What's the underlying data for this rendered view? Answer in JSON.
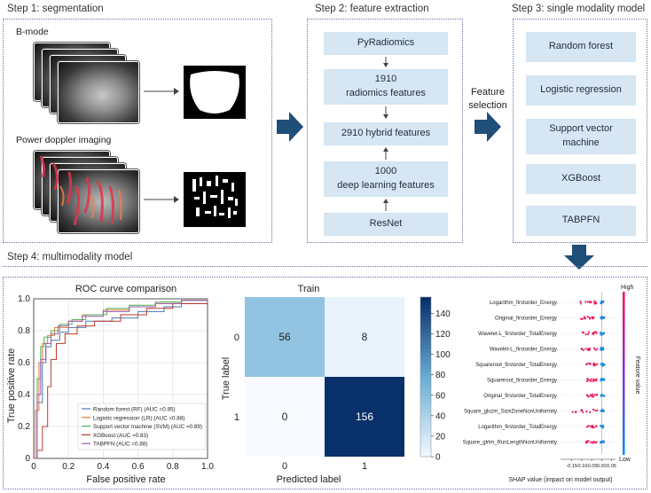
{
  "step1": {
    "title": "Step 1: segmentation",
    "bmode_label": "B-mode",
    "pdi_label": "Power doppler imaging"
  },
  "step2": {
    "title": "Step 2: feature extraction",
    "boxes": [
      "PyRadiomics",
      "1910\nradiomics features",
      "2910 hybrid features",
      "1000\ndeep learning features",
      "ResNet"
    ]
  },
  "feature_selection": "Feature\nselection",
  "step3": {
    "title": "Step 3: single modality model",
    "models": [
      "Random forest",
      "Logistic regression",
      "Support vector\nmachine",
      "XGBoost",
      "TABPFN"
    ]
  },
  "step4": {
    "title": "Step 4: multimodality model"
  },
  "colors": {
    "box_fill": "#d6e6f3",
    "arrow": "#1f4e79",
    "dotted_border": "#6b6fa8"
  },
  "chart_data": [
    {
      "type": "line",
      "title": "ROC curve comparison",
      "xlabel": "False positive rate",
      "ylabel": "True positive rate",
      "xlim": [
        0,
        1
      ],
      "ylim": [
        0,
        1
      ],
      "xticks": [
        "0",
        "0.2",
        "0.4",
        "0.6",
        "0.8",
        "1.0"
      ],
      "yticks": [
        "0",
        "0.2",
        "0.4",
        "0.6",
        "0.8",
        "1.0"
      ],
      "grid": true,
      "legend_position": "bottom-right",
      "series": [
        {
          "name": "Random forest (RF) (AUC =0.85)",
          "color": "#4a78b5",
          "x": [
            0,
            0.02,
            0.05,
            0.07,
            0.1,
            0.15,
            0.2,
            0.3,
            0.45,
            0.6,
            0.75,
            0.85,
            1.0
          ],
          "y": [
            0,
            0.35,
            0.6,
            0.7,
            0.74,
            0.79,
            0.82,
            0.86,
            0.88,
            0.92,
            0.95,
            0.97,
            1.0
          ]
        },
        {
          "name": "Logistic regression (LR) (AUC =0.88)",
          "color": "#e07b39",
          "x": [
            0,
            0.01,
            0.03,
            0.05,
            0.08,
            0.12,
            0.2,
            0.28,
            0.4,
            0.55,
            0.7,
            0.85,
            1.0
          ],
          "y": [
            0,
            0.3,
            0.6,
            0.72,
            0.77,
            0.82,
            0.86,
            0.9,
            0.93,
            0.95,
            0.97,
            0.99,
            1.0
          ]
        },
        {
          "name": "Support vector machine (SVM) (AUC =0.89)",
          "color": "#4caf50",
          "x": [
            0,
            0.02,
            0.04,
            0.06,
            0.1,
            0.15,
            0.22,
            0.3,
            0.42,
            0.55,
            0.7,
            0.85,
            1.0
          ],
          "y": [
            0,
            0.5,
            0.7,
            0.76,
            0.8,
            0.84,
            0.87,
            0.9,
            0.94,
            0.96,
            0.98,
            0.99,
            1.0
          ]
        },
        {
          "name": "XGBoost (AUC =0.83)",
          "color": "#c0392b",
          "x": [
            0,
            0.02,
            0.05,
            0.08,
            0.1,
            0.13,
            0.18,
            0.25,
            0.35,
            0.5,
            0.65,
            0.8,
            1.0
          ],
          "y": [
            0,
            0.05,
            0.2,
            0.45,
            0.62,
            0.72,
            0.78,
            0.83,
            0.86,
            0.9,
            0.94,
            0.97,
            1.0
          ]
        },
        {
          "name": "TABPFN (AUC =0.88)",
          "color": "#9b59b6",
          "x": [
            0,
            0.02,
            0.04,
            0.07,
            0.1,
            0.14,
            0.2,
            0.28,
            0.4,
            0.55,
            0.7,
            0.85,
            1.0
          ],
          "y": [
            0,
            0.4,
            0.62,
            0.72,
            0.78,
            0.83,
            0.86,
            0.89,
            0.92,
            0.95,
            0.97,
            0.99,
            1.0
          ]
        }
      ]
    },
    {
      "type": "heatmap",
      "title": "Train",
      "xlabel": "Predicted label",
      "ylabel": "True label",
      "x_categories": [
        "0",
        "1"
      ],
      "y_categories": [
        "0",
        "1"
      ],
      "values": [
        [
          56,
          8
        ],
        [
          0,
          156
        ]
      ],
      "colorbar_ticks": [
        "0",
        "20",
        "40",
        "60",
        "80",
        "100",
        "120",
        "140"
      ],
      "colorbar_range": [
        0,
        156
      ]
    },
    {
      "type": "scatter",
      "xlabel": "SHAP value (impact on model output)",
      "xticks": [
        "-0.15",
        "-0.10",
        "-0.05",
        "0.00",
        "0.05"
      ],
      "colorbar_label": "Feature value",
      "colorbar_high": "High",
      "colorbar_low": "Low",
      "features": [
        "Logarithm_firstorder_Energy",
        "Original_firstorder_Energy",
        "Wavelet-L_firstorder_TotalEnergy",
        "Wavelet-L_firstorder_Energy",
        "Squareroot_firstorder_TotalEnergy",
        "Squareroot_firstorder_Energy",
        "Original_firstorder_TotalEnergy",
        "Square_glszm_SizeZoneNonUniformity",
        "Logarithm_firstorder_TotalEnergy",
        "Square_glrlm_RunLengthNonUniformity"
      ]
    }
  ]
}
